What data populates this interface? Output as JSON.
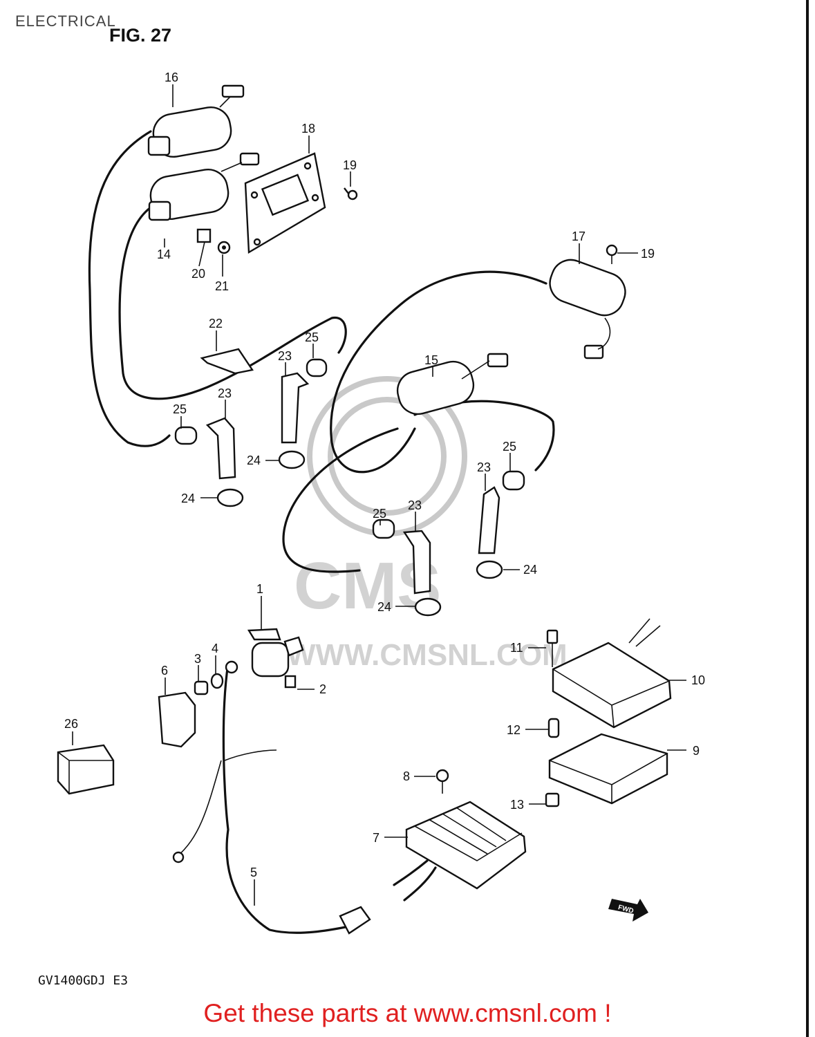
{
  "header": {
    "section": "ELECTRICAL",
    "figure": "FIG. 27"
  },
  "model": "GV1400GDJ E3",
  "promo": "Get these parts at www.cmsnl.com !",
  "watermark": {
    "text": "WWW.CMSNL.COM",
    "logo": "CMS"
  },
  "fwd_label": "FWD",
  "parts": [
    {
      "id": "p16",
      "num": "16"
    },
    {
      "id": "p18",
      "num": "18"
    },
    {
      "id": "p19a",
      "num": "19"
    },
    {
      "id": "p14",
      "num": "14"
    },
    {
      "id": "p20",
      "num": "20"
    },
    {
      "id": "p21",
      "num": "21"
    },
    {
      "id": "p17",
      "num": "17"
    },
    {
      "id": "p19b",
      "num": "19"
    },
    {
      "id": "p22",
      "num": "22"
    },
    {
      "id": "p25a",
      "num": "25"
    },
    {
      "id": "p23a",
      "num": "23"
    },
    {
      "id": "p15",
      "num": "15"
    },
    {
      "id": "p25b",
      "num": "25"
    },
    {
      "id": "p23b",
      "num": "23"
    },
    {
      "id": "p24a",
      "num": "24"
    },
    {
      "id": "p24b",
      "num": "24"
    },
    {
      "id": "p25c",
      "num": "25"
    },
    {
      "id": "p23c",
      "num": "23"
    },
    {
      "id": "p25d",
      "num": "25"
    },
    {
      "id": "p23d",
      "num": "23"
    },
    {
      "id": "p24c",
      "num": "24"
    },
    {
      "id": "p24d",
      "num": "24"
    },
    {
      "id": "p1",
      "num": "1"
    },
    {
      "id": "p11",
      "num": "11"
    },
    {
      "id": "p10",
      "num": "10"
    },
    {
      "id": "p6",
      "num": "6"
    },
    {
      "id": "p3",
      "num": "3"
    },
    {
      "id": "p4",
      "num": "4"
    },
    {
      "id": "p2",
      "num": "2"
    },
    {
      "id": "p26",
      "num": "26"
    },
    {
      "id": "p12",
      "num": "12"
    },
    {
      "id": "p9",
      "num": "9"
    },
    {
      "id": "p8",
      "num": "8"
    },
    {
      "id": "p13",
      "num": "13"
    },
    {
      "id": "p7",
      "num": "7"
    },
    {
      "id": "p5",
      "num": "5"
    }
  ]
}
